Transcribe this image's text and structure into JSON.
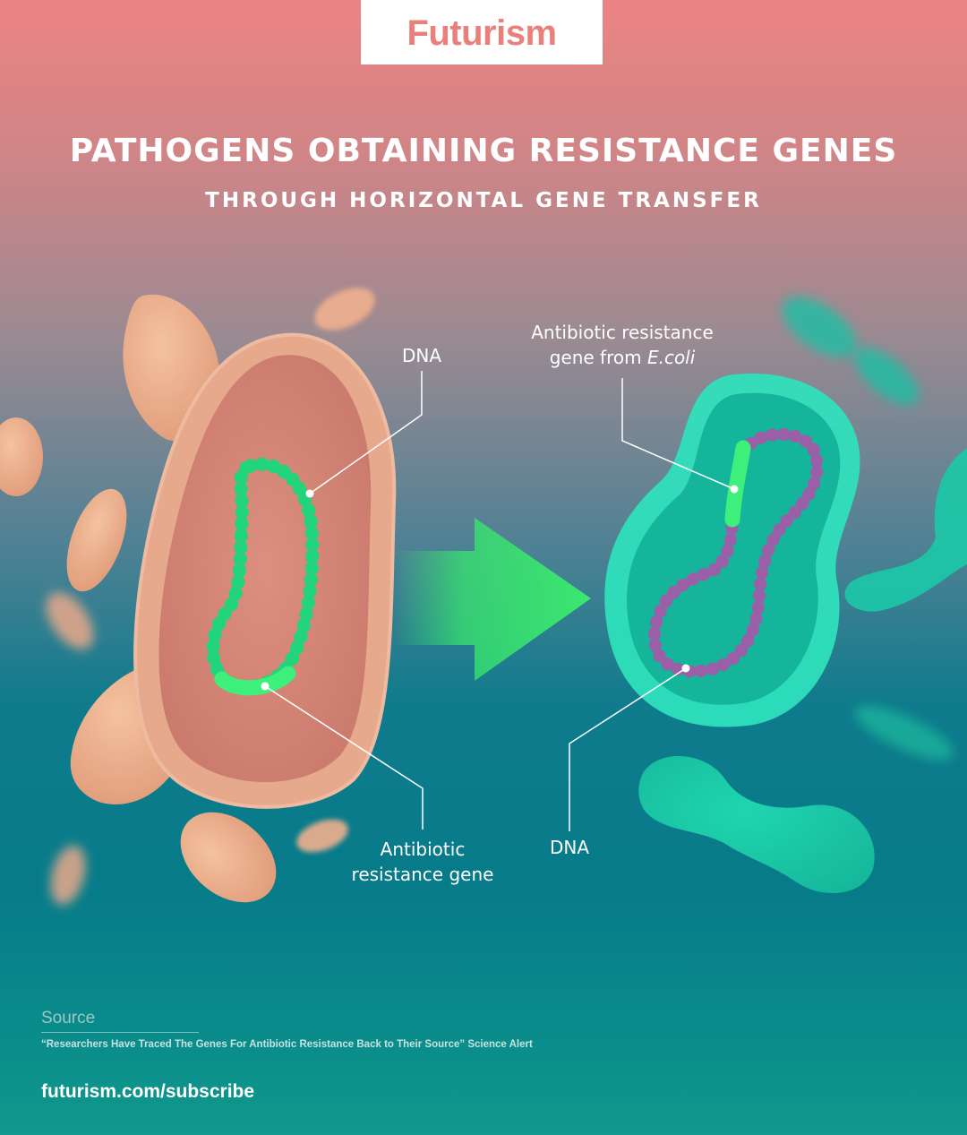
{
  "logo": {
    "text": "Futurism"
  },
  "title": "PATHOGENS OBTAINING RESISTANCE GENES",
  "subtitle": "THROUGH HORIZONTAL GENE TRANSFER",
  "left_cell": {
    "dna_label": "DNA",
    "gene_label_line1": "Antibiotic",
    "gene_label_line2": "resistance gene"
  },
  "right_cell": {
    "gene_label_line1": "Antibiotic resistance",
    "gene_label_line2_prefix": "gene from ",
    "gene_label_line2_italic": "E.coli",
    "dna_label": "DNA"
  },
  "footer": {
    "source_label": "Source",
    "source_text": "“Researchers Have Traced The Genes For Antibiotic Resistance Back to Their Source” Science Alert",
    "subscribe": "futurism.com/subscribe"
  },
  "colors": {
    "brand": "#ea7f7c",
    "pathogen_body": "#e8a98a",
    "pathogen_inner": "#d98979",
    "dna_green": "#22d47c",
    "resistance_gene": "#3df07c",
    "ecoli_teal": "#2fe3bd",
    "dna_purple": "#9a5fa6",
    "arrow_green": "#38e56e"
  },
  "icons": [
    "futurism-logo",
    "transfer-arrow"
  ]
}
